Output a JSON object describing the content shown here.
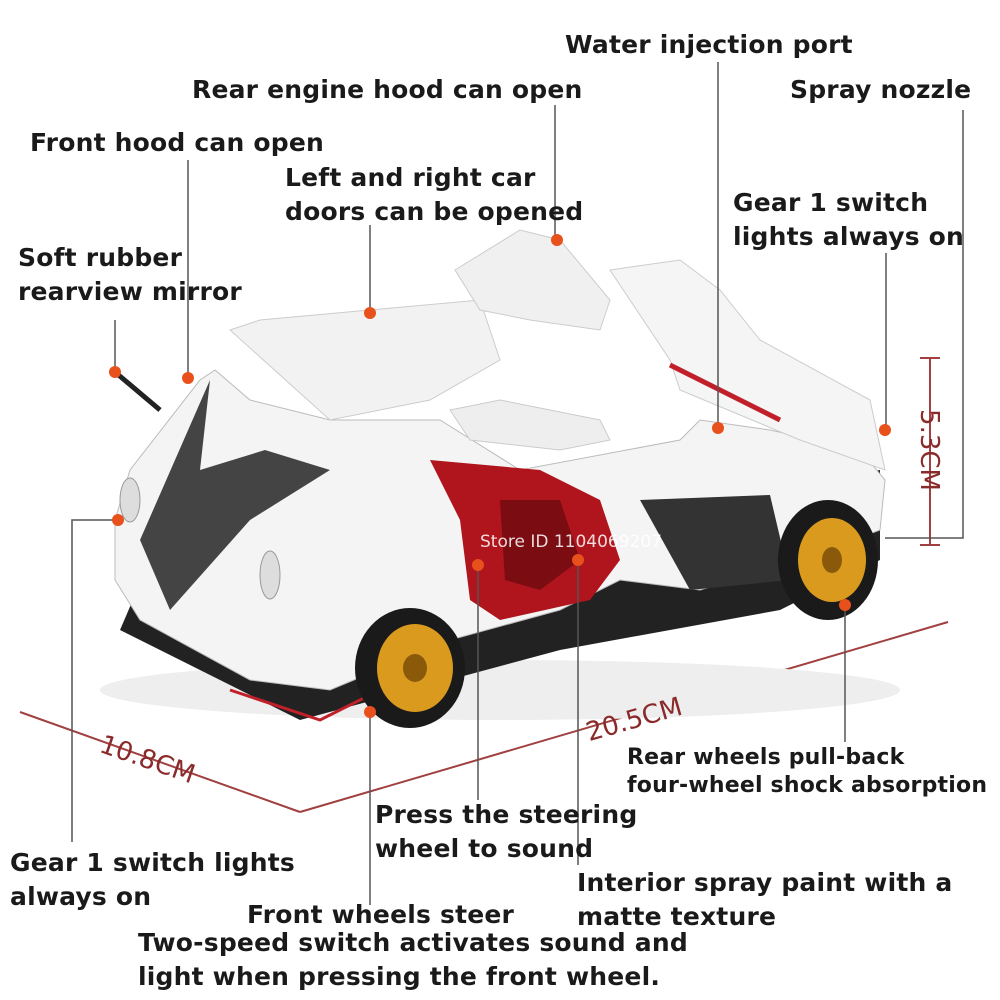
{
  "labels": {
    "water_injection": "Water injection port",
    "rear_hood": "Rear engine hood can open",
    "spray_nozzle": "Spray nozzle",
    "front_hood": "Front hood can open",
    "doors": [
      "Left and right car",
      "doors can be opened"
    ],
    "gear_right": [
      "Gear 1 switch",
      "lights always on"
    ],
    "mirror": [
      "Soft rubber",
      "rearview mirror"
    ],
    "rear_wheels": [
      "Rear wheels pull-back",
      "four-wheel shock absorption"
    ],
    "steering": [
      "Press the steering",
      "wheel to sound"
    ],
    "gear_left": [
      "Gear 1 switch lights",
      "always on"
    ],
    "interior": [
      "Interior spray paint with a",
      "matte texture"
    ],
    "front_wheels": "Front wheels steer",
    "two_speed": [
      "Two-speed switch activates sound and",
      "light when pressing the front wheel."
    ]
  },
  "dimensions": {
    "height": "5.3CM",
    "length": "20.5CM",
    "width": "10.8CM"
  },
  "watermark": "Store ID 1104069207",
  "colors": {
    "dot": "#e8501c",
    "dimension": "#8a2a2a",
    "wheel": "#d99a1e",
    "interior": "#b0141c"
  }
}
